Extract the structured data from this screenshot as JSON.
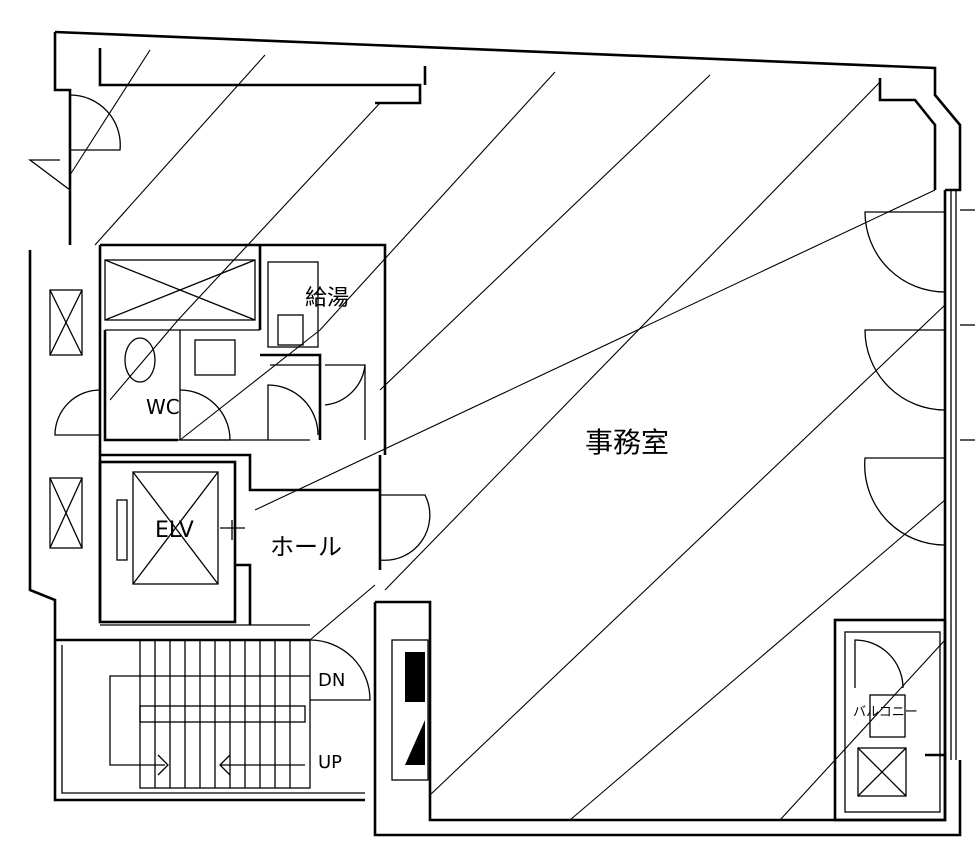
{
  "rooms": {
    "office": "事務室",
    "kitchenette": "給湯",
    "wc": "WC",
    "elevator": "ELV",
    "hall": "ホール",
    "balcony": "バルコニー"
  },
  "stairs": {
    "down": "DN",
    "up": "UP"
  }
}
